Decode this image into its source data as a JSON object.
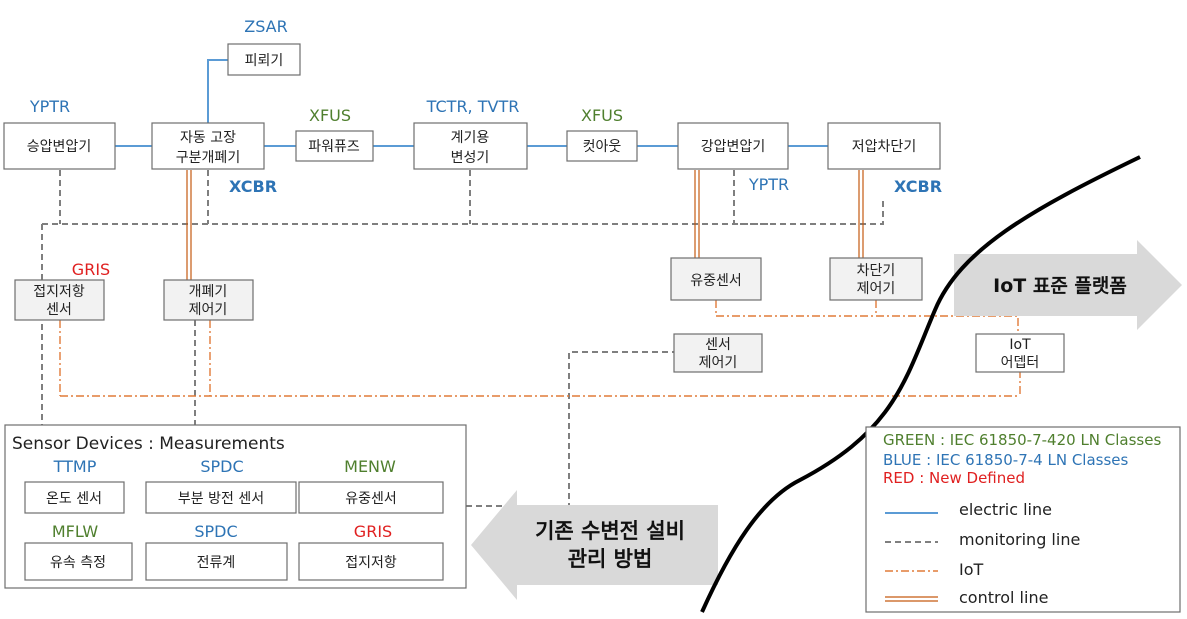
{
  "colors": {
    "green": "#4f7f2e",
    "blue": "#2e74b5",
    "red": "#e02020",
    "electric": "#5b9bd5",
    "monitoring": "#7f7f7f",
    "iot": "#e07b39",
    "control": "#c55a11"
  },
  "nodes": {
    "piroegi": "피뢰기",
    "seungap": "승압변압기",
    "jadong_1": "자동 고장",
    "jadong_2": "구분개폐기",
    "powerfuse": "파워퓨즈",
    "gyegi_1": "계기용",
    "gyegi_2": "변성기",
    "cutout": "컷아웃",
    "gangap": "강압변압기",
    "jeoap": "저압차단기",
    "jeopji_1": "접지저항",
    "jeopji_2": "센서",
    "gaepye_1": "개폐기",
    "gaepye_2": "제어기",
    "oil_sensor": "유중센서",
    "chadan_1": "차단기",
    "chadan_2": "제어기",
    "sensor_ctrl_1": "센서",
    "sensor_ctrl_2": "제어기",
    "iot_adapter_1": "IoT",
    "iot_adapter_2": "어뎁터"
  },
  "labels": {
    "zsar": "ZSAR",
    "yptr_left": "YPTR",
    "xfus_1": "XFUS",
    "tctr_tvtr": "TCTR, TVTR",
    "xfus_2": "XFUS",
    "xcbr_1": "XCBR",
    "yptr_right": "YPTR",
    "xcbr_2": "XCBR",
    "gris_top": "GRIS"
  },
  "sensor_panel": {
    "title": "Sensor Devices : Measurements",
    "items": [
      {
        "code": "TTMP",
        "code_color": "blue",
        "name": "온도 센서"
      },
      {
        "code": "SPDC",
        "code_color": "blue",
        "name": "부분 방전 센서"
      },
      {
        "code": "MENW",
        "code_color": "green",
        "name": "유중센서"
      },
      {
        "code": "MFLW",
        "code_color": "green",
        "name": "유속 측정"
      },
      {
        "code": "SPDC",
        "code_color": "blue",
        "name": "전류계"
      },
      {
        "code": "GRIS",
        "code_color": "red",
        "name": "접지저항"
      }
    ]
  },
  "arrows": {
    "iot_platform": "IoT 표준 플랫폼",
    "legacy_1": "기존 수변전 설비",
    "legacy_2": "관리 방법"
  },
  "legend": {
    "green": "GREEN : IEC 61850-7-420 LN Classes",
    "blue": "BLUE :  IEC 61850-7-4 LN Classes",
    "red": "RED :  New Defined",
    "items": [
      "electric line",
      "monitoring line",
      "IoT",
      "control line"
    ]
  }
}
